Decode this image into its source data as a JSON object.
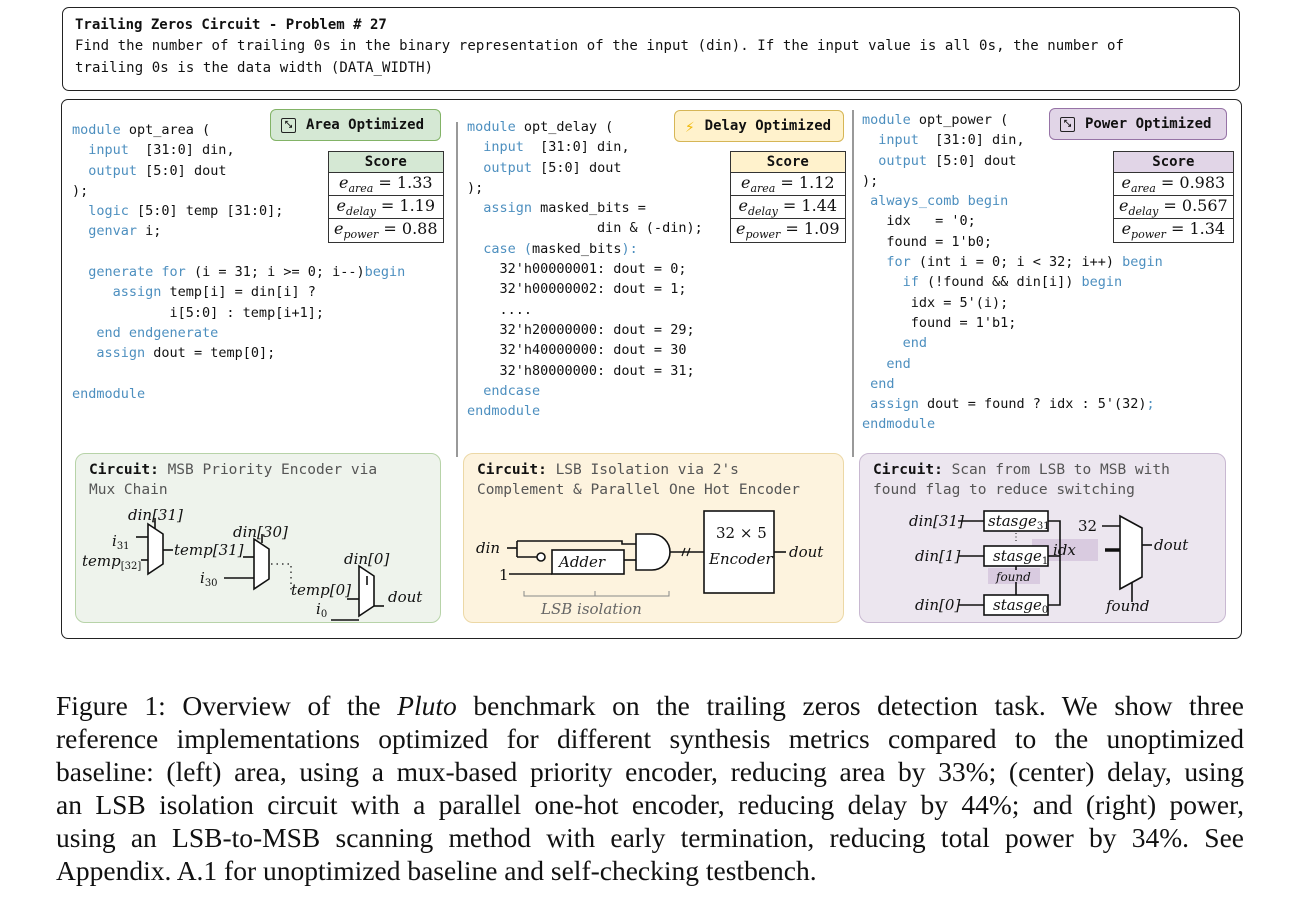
{
  "problem": {
    "title": "Trailing Zeros Circuit - Problem # 27",
    "description_line1": "Find the number of trailing 0s in the binary representation of the input (din). If the input value is all 0s, the number of",
    "description_line2": "trailing 0s is the data width (DATA_WIDTH)"
  },
  "panels": [
    {
      "badge": "Area Optimized",
      "badge_icon": "compress-arrows-icon",
      "score_header": "Score",
      "scores": {
        "area": "1.33",
        "delay": "1.19",
        "power": "0.88"
      },
      "code": [
        [
          [
            "kw",
            "module"
          ],
          [
            "t",
            " opt_area ("
          ]
        ],
        [
          [
            "t",
            "  "
          ],
          [
            "kw",
            "input"
          ],
          [
            "t",
            "  [31:0] din,"
          ]
        ],
        [
          [
            "t",
            "  "
          ],
          [
            "kw",
            "output"
          ],
          [
            "t",
            " [5:0] dout"
          ]
        ],
        [
          [
            "t",
            ");"
          ]
        ],
        [
          [
            "t",
            "  "
          ],
          [
            "kw",
            "logic"
          ],
          [
            "t",
            " [5:0] temp [31:0];"
          ]
        ],
        [
          [
            "t",
            "  "
          ],
          [
            "kw",
            "genvar"
          ],
          [
            "t",
            " i;"
          ]
        ],
        [
          [
            "t",
            ""
          ]
        ],
        [
          [
            "t",
            "  "
          ],
          [
            "kw",
            "generate for"
          ],
          [
            "t",
            " (i = 31; i >= 0; i--)"
          ],
          [
            "kw",
            "begin"
          ]
        ],
        [
          [
            "t",
            "     "
          ],
          [
            "kw",
            "assign"
          ],
          [
            "t",
            " temp[i] = din[i] ?"
          ]
        ],
        [
          [
            "t",
            "            i[5:0] : temp[i+1];"
          ]
        ],
        [
          [
            "t",
            "   "
          ],
          [
            "kw",
            "end endgenerate"
          ]
        ],
        [
          [
            "t",
            "   "
          ],
          [
            "kw",
            "assign"
          ],
          [
            "t",
            " dout = temp[0];"
          ]
        ],
        [
          [
            "t",
            ""
          ]
        ],
        [
          [
            "kw",
            "endmodule"
          ]
        ]
      ],
      "circuit_label": "Circuit:",
      "circuit_desc": " MSB Priority Encoder via\nMux Chain",
      "diagram": {
        "labels": [
          "din[31]",
          "i31",
          "temp[32]",
          "temp[31]",
          "din[30]",
          "i30",
          "din[0]",
          "temp[0]",
          "i0",
          "dout"
        ]
      }
    },
    {
      "badge": "Delay Optimized",
      "badge_icon": "lightning-icon",
      "score_header": "Score",
      "scores": {
        "area": "1.12",
        "delay": "1.44",
        "power": "1.09"
      },
      "code": [
        [
          [
            "kw",
            "module"
          ],
          [
            "t",
            " opt_delay ("
          ]
        ],
        [
          [
            "t",
            "  "
          ],
          [
            "kw",
            "input"
          ],
          [
            "t",
            "  [31:0] din,"
          ]
        ],
        [
          [
            "t",
            "  "
          ],
          [
            "kw",
            "output"
          ],
          [
            "t",
            " [5:0] dout"
          ]
        ],
        [
          [
            "t",
            ");"
          ]
        ],
        [
          [
            "t",
            "  "
          ],
          [
            "kw",
            "assign"
          ],
          [
            "t",
            " masked_bits ="
          ]
        ],
        [
          [
            "t",
            "                din & (-din);"
          ]
        ],
        [
          [
            "t",
            "  "
          ],
          [
            "kw",
            "case ("
          ],
          [
            "t",
            "masked_bits"
          ],
          [
            "kw",
            "):"
          ]
        ],
        [
          [
            "t",
            "    32'h00000001: dout = 0;"
          ]
        ],
        [
          [
            "t",
            "    32'h00000002: dout = 1;"
          ]
        ],
        [
          [
            "t",
            "    ...."
          ]
        ],
        [
          [
            "t",
            "    32'h20000000: dout = 29;"
          ]
        ],
        [
          [
            "t",
            "    32'h40000000: dout = 30"
          ]
        ],
        [
          [
            "t",
            "    32'h80000000: dout = 31;"
          ]
        ],
        [
          [
            "t",
            "  "
          ],
          [
            "kw",
            "endcase"
          ]
        ],
        [
          [
            "kw",
            "endmodule"
          ]
        ]
      ],
      "circuit_label": "Circuit:",
      "circuit_desc": " LSB Isolation via 2's\nComplement & Parallel One Hot Encoder",
      "diagram": {
        "din": "din",
        "one": "1",
        "adder": "Adder",
        "enc_size": "32 × 5",
        "encoder": "Encoder",
        "dout": "dout",
        "bracket": "LSB isolation"
      }
    },
    {
      "badge": "Power Optimized",
      "badge_icon": "compress-arrows-icon",
      "score_header": "Score",
      "scores": {
        "area": "0.983",
        "delay": "0.567",
        "power": "1.34"
      },
      "code": [
        [
          [
            "kw",
            "module"
          ],
          [
            "t",
            " opt_power ("
          ]
        ],
        [
          [
            "t",
            "  "
          ],
          [
            "kw",
            "input"
          ],
          [
            "t",
            "  [31:0] din,"
          ]
        ],
        [
          [
            "t",
            "  "
          ],
          [
            "kw",
            "output"
          ],
          [
            "t",
            " [5:0] dout"
          ]
        ],
        [
          [
            "t",
            ");"
          ]
        ],
        [
          [
            "t",
            " "
          ],
          [
            "kw",
            "always_comb begin"
          ]
        ],
        [
          [
            "t",
            "   idx   = '0;"
          ]
        ],
        [
          [
            "t",
            "   found = 1'b0;"
          ]
        ],
        [
          [
            "t",
            "   "
          ],
          [
            "kw",
            "for"
          ],
          [
            "t",
            " (int i = 0; i < 32; i++) "
          ],
          [
            "kw",
            "begin"
          ]
        ],
        [
          [
            "t",
            "     "
          ],
          [
            "kw",
            "if"
          ],
          [
            "t",
            " (!found && din[i]) "
          ],
          [
            "kw",
            "begin"
          ]
        ],
        [
          [
            "t",
            "      idx = 5'(i);"
          ]
        ],
        [
          [
            "t",
            "      found = 1'b1;"
          ]
        ],
        [
          [
            "t",
            "     "
          ],
          [
            "kw",
            "end"
          ]
        ],
        [
          [
            "t",
            "   "
          ],
          [
            "kw",
            "end"
          ]
        ],
        [
          [
            "t",
            " "
          ],
          [
            "kw",
            "end"
          ]
        ],
        [
          [
            "t",
            " "
          ],
          [
            "kw",
            "assign"
          ],
          [
            "t",
            " dout = found ? idx : 5'(32)"
          ],
          [
            "kw",
            ";"
          ]
        ],
        [
          [
            "kw",
            "endmodule"
          ]
        ]
      ],
      "circuit_label": "Circuit:",
      "circuit_desc": " Scan from LSB to MSB with\nfound flag to reduce switching",
      "diagram": {
        "inputs": [
          "din[31]",
          "din[1]",
          "din[0]"
        ],
        "stages": [
          "stasge",
          "31",
          "1",
          "0"
        ],
        "found": "found",
        "idx": "idx",
        "const": "32",
        "dout": "dout"
      }
    }
  ],
  "score_labels": {
    "area": "area",
    "delay": "delay",
    "power": "power",
    "e": "e"
  },
  "caption": {
    "lines": [
      [
        "Figure 1:  Overview of the ",
        "Pluto",
        " benchmark on the trailing zeros detection task.  We show three"
      ],
      [
        "reference implementations optimized for different synthesis metrics compared to the unoptimized"
      ],
      [
        "baseline: (left) area, using a mux-based priority encoder, reducing area by 33%; (center) delay, using"
      ],
      [
        "an LSB isolation circuit with a parallel one-hot encoder, reducing delay by 44%; and (right) power,"
      ],
      [
        "using an LSB-to-MSB scanning method with early termination, reducing total power by 34%.  See"
      ],
      [
        "Appendix. A.1 for unoptimized baseline and self-checking testbench."
      ]
    ]
  },
  "colors": {
    "keyword": "#4d8fbf",
    "area_fill": "#d5e8d4",
    "area_stroke": "#82b366",
    "delay_fill": "#fff2cc",
    "delay_stroke": "#d6b656",
    "power_fill": "#e1d5e7",
    "power_stroke": "#9673a6"
  }
}
